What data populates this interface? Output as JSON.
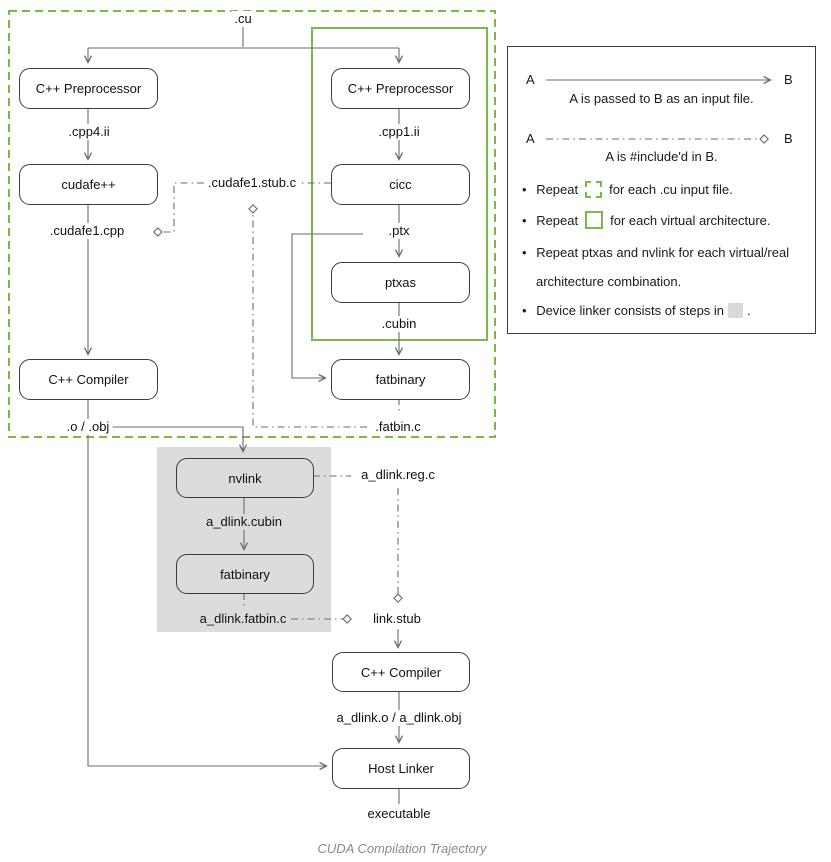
{
  "caption": "CUDA Compilation Trajectory",
  "colors": {
    "repeat_green": "#7ab947",
    "device_linker_gray": "#dcdcdc",
    "legend_gray": "#d9d9d9",
    "line_gray": "#6b6b6b"
  },
  "nodes": {
    "pre_left": "C++ Preprocessor",
    "pre_right": "C++ Preprocessor",
    "cudafe": "cudafe++",
    "cicc": "cicc",
    "ptxas": "ptxas",
    "fatbinary_arch": "fatbinary",
    "cxx_compiler_left": "C++ Compiler",
    "nvlink": "nvlink",
    "fatbinary_dlink": "fatbinary",
    "cxx_compiler_dlink": "C++ Compiler",
    "host_linker": "Host Linker"
  },
  "files": {
    "cu": ".cu",
    "cpp4_ii": ".cpp4.ii",
    "cpp1_ii": ".cpp1.ii",
    "cudafe1_cpp": ".cudafe1.cpp",
    "cudafe1_stub_c": ".cudafe1.stub.c",
    "ptx": ".ptx",
    "cubin": ".cubin",
    "fatbin_c": ".fatbin.c",
    "o_obj": ".o / .obj",
    "a_dlink_cubin": "a_dlink.cubin",
    "a_dlink_reg_c": "a_dlink.reg.c",
    "a_dlink_fatbin_c": "a_dlink.fatbin.c",
    "link_stub": "link.stub",
    "a_dlink_o_obj": "a_dlink.o / a_dlink.obj",
    "executable": "executable"
  },
  "legend": {
    "a": "A",
    "b": "B",
    "passed_caption": "A is passed to B as an input file.",
    "include_caption": "A is #include'd in B.",
    "bullet1_pre": "Repeat",
    "bullet1_post": "for each .cu input file.",
    "bullet2_pre": "Repeat",
    "bullet2_post": "for each virtual architecture.",
    "bullet3_line1": "Repeat ptxas and nvlink for each virtual/real",
    "bullet3_line2": "architecture combination.",
    "bullet4_pre": "Device linker consists of steps in",
    "bullet4_post": "."
  }
}
